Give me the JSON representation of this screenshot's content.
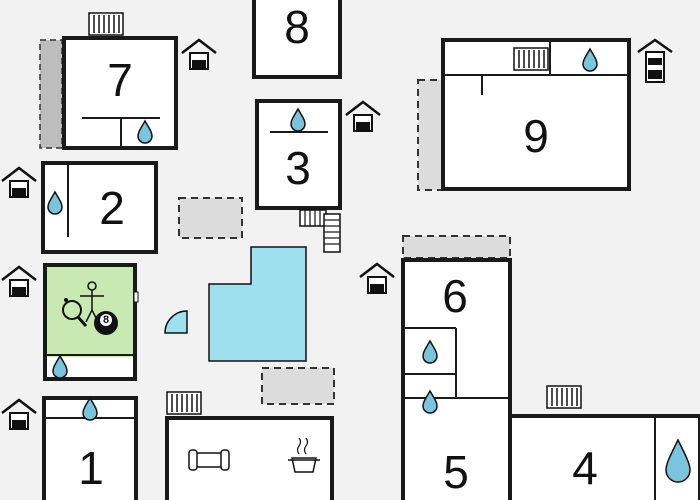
{
  "rooms": [
    {
      "id": "1",
      "label": "1"
    },
    {
      "id": "2",
      "label": "2"
    },
    {
      "id": "3",
      "label": "3"
    },
    {
      "id": "4",
      "label": "4"
    },
    {
      "id": "5",
      "label": "5"
    },
    {
      "id": "6",
      "label": "6"
    },
    {
      "id": "7",
      "label": "7"
    },
    {
      "id": "8",
      "label": "8"
    },
    {
      "id": "9",
      "label": "9"
    }
  ],
  "game_room": {
    "billiard_ball": "8"
  },
  "colors": {
    "game_room": "#c8eab2",
    "pool": "#9ee0ee",
    "water": "#7cc4dd",
    "wall": "#1a1a1a",
    "terrace": "#dcdcdc"
  },
  "icons": [
    "house-icon",
    "water-drop-icon",
    "radiator-icon",
    "stairs-icon",
    "table-tennis-icon",
    "foosball-icon",
    "billiard-ball-icon",
    "sofa-icon",
    "cooking-pot-icon",
    "door-swing-icon"
  ]
}
